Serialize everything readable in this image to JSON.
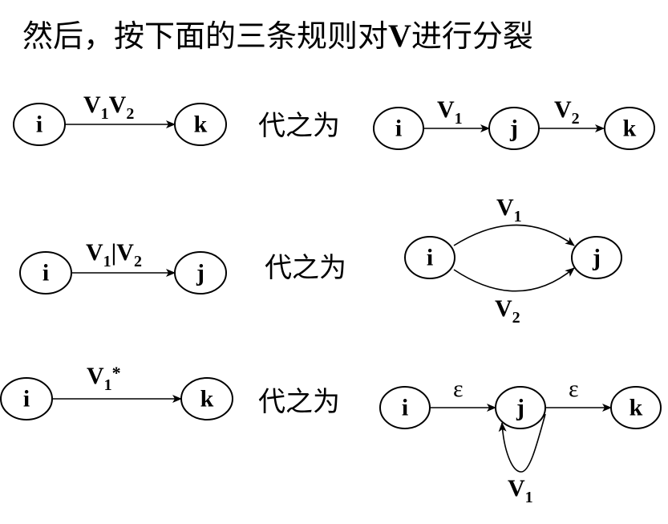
{
  "title": {
    "before": "然后，按下面的三条规则对",
    "symbol": "V",
    "after": "进行分裂"
  },
  "replace_text": "代之为",
  "rules": [
    {
      "lhs": {
        "from": "i",
        "to": "k",
        "label": {
          "a": "V",
          "a_sub": "1",
          "b": "V",
          "b_sub": "2"
        }
      },
      "rhs": {
        "nodes": [
          "i",
          "j",
          "k"
        ],
        "edges": [
          {
            "label": "V",
            "sub": "1"
          },
          {
            "label": "V",
            "sub": "2"
          }
        ]
      }
    },
    {
      "lhs": {
        "from": "i",
        "to": "j",
        "label": {
          "a": "V",
          "a_sub": "1",
          "sep": "|",
          "b": "V",
          "b_sub": "2"
        }
      },
      "rhs": {
        "nodes": [
          "i",
          "j"
        ],
        "edges": [
          {
            "label": "V",
            "sub": "1"
          },
          {
            "label": "V",
            "sub": "2"
          }
        ]
      }
    },
    {
      "lhs": {
        "from": "i",
        "to": "k",
        "label": {
          "a": "V",
          "a_sub": "1",
          "star": "*"
        }
      },
      "rhs": {
        "nodes": [
          "i",
          "j",
          "k"
        ],
        "edges": [
          {
            "label": "ε"
          },
          {
            "label": "ε"
          },
          {
            "label": "V",
            "sub": "1"
          }
        ]
      }
    }
  ]
}
